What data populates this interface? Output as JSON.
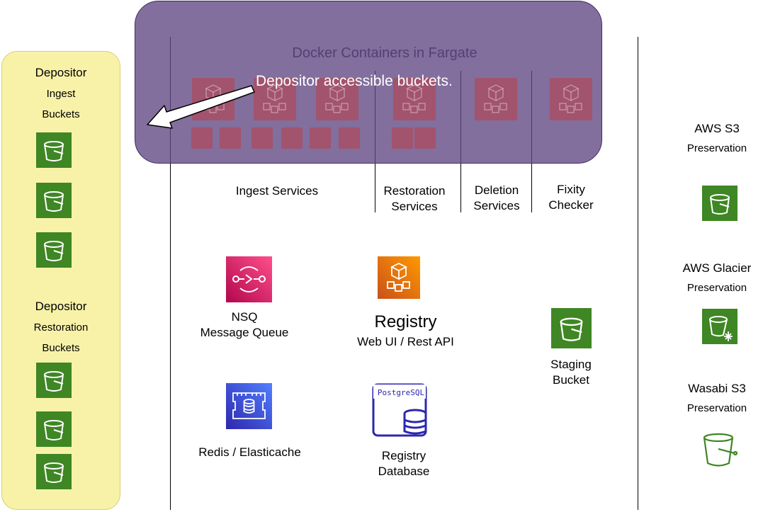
{
  "depositor_ingest": {
    "title": "Depositor",
    "line2": "Ingest",
    "line3": "Buckets"
  },
  "depositor_restoration": {
    "title": "Depositor",
    "line2": "Restoration",
    "line3": "Buckets"
  },
  "overlay": {
    "title": "Docker Containers in Fargate",
    "callout": "Depositor accessible buckets."
  },
  "services": {
    "ingest": "Ingest Services",
    "restoration_1": "Restoration",
    "restoration_2": "Services",
    "deletion_1": "Deletion",
    "deletion_2": "Services",
    "fixity_1": "Fixity",
    "fixity_2": "Checker"
  },
  "nsq": {
    "line1": "NSQ",
    "line2": "Message Queue"
  },
  "registry": {
    "title": "Registry",
    "subtitle": "Web UI / Rest API"
  },
  "redis": {
    "label": "Redis / Elasticache"
  },
  "registry_db": {
    "badge": "PostgreSQL",
    "line1": "Registry",
    "line2": "Database"
  },
  "staging": {
    "line1": "Staging",
    "line2": "Bucket"
  },
  "aws_s3": {
    "title": "AWS S3",
    "subtitle": "Preservation"
  },
  "aws_glacier": {
    "title": "AWS Glacier",
    "subtitle": "Preservation"
  },
  "wasabi": {
    "title": "Wasabi S3",
    "subtitle": "Preservation"
  },
  "colors": {
    "bucket_green": "#3f8624",
    "nsq_pink": "#e7157b",
    "registry_orange": "#ed7100",
    "redis_blue": "#3b48cc",
    "postgres_navy": "#2e27ad",
    "panel_yellow": "#f8f2a9",
    "overlay_purple": "#5f4682"
  }
}
